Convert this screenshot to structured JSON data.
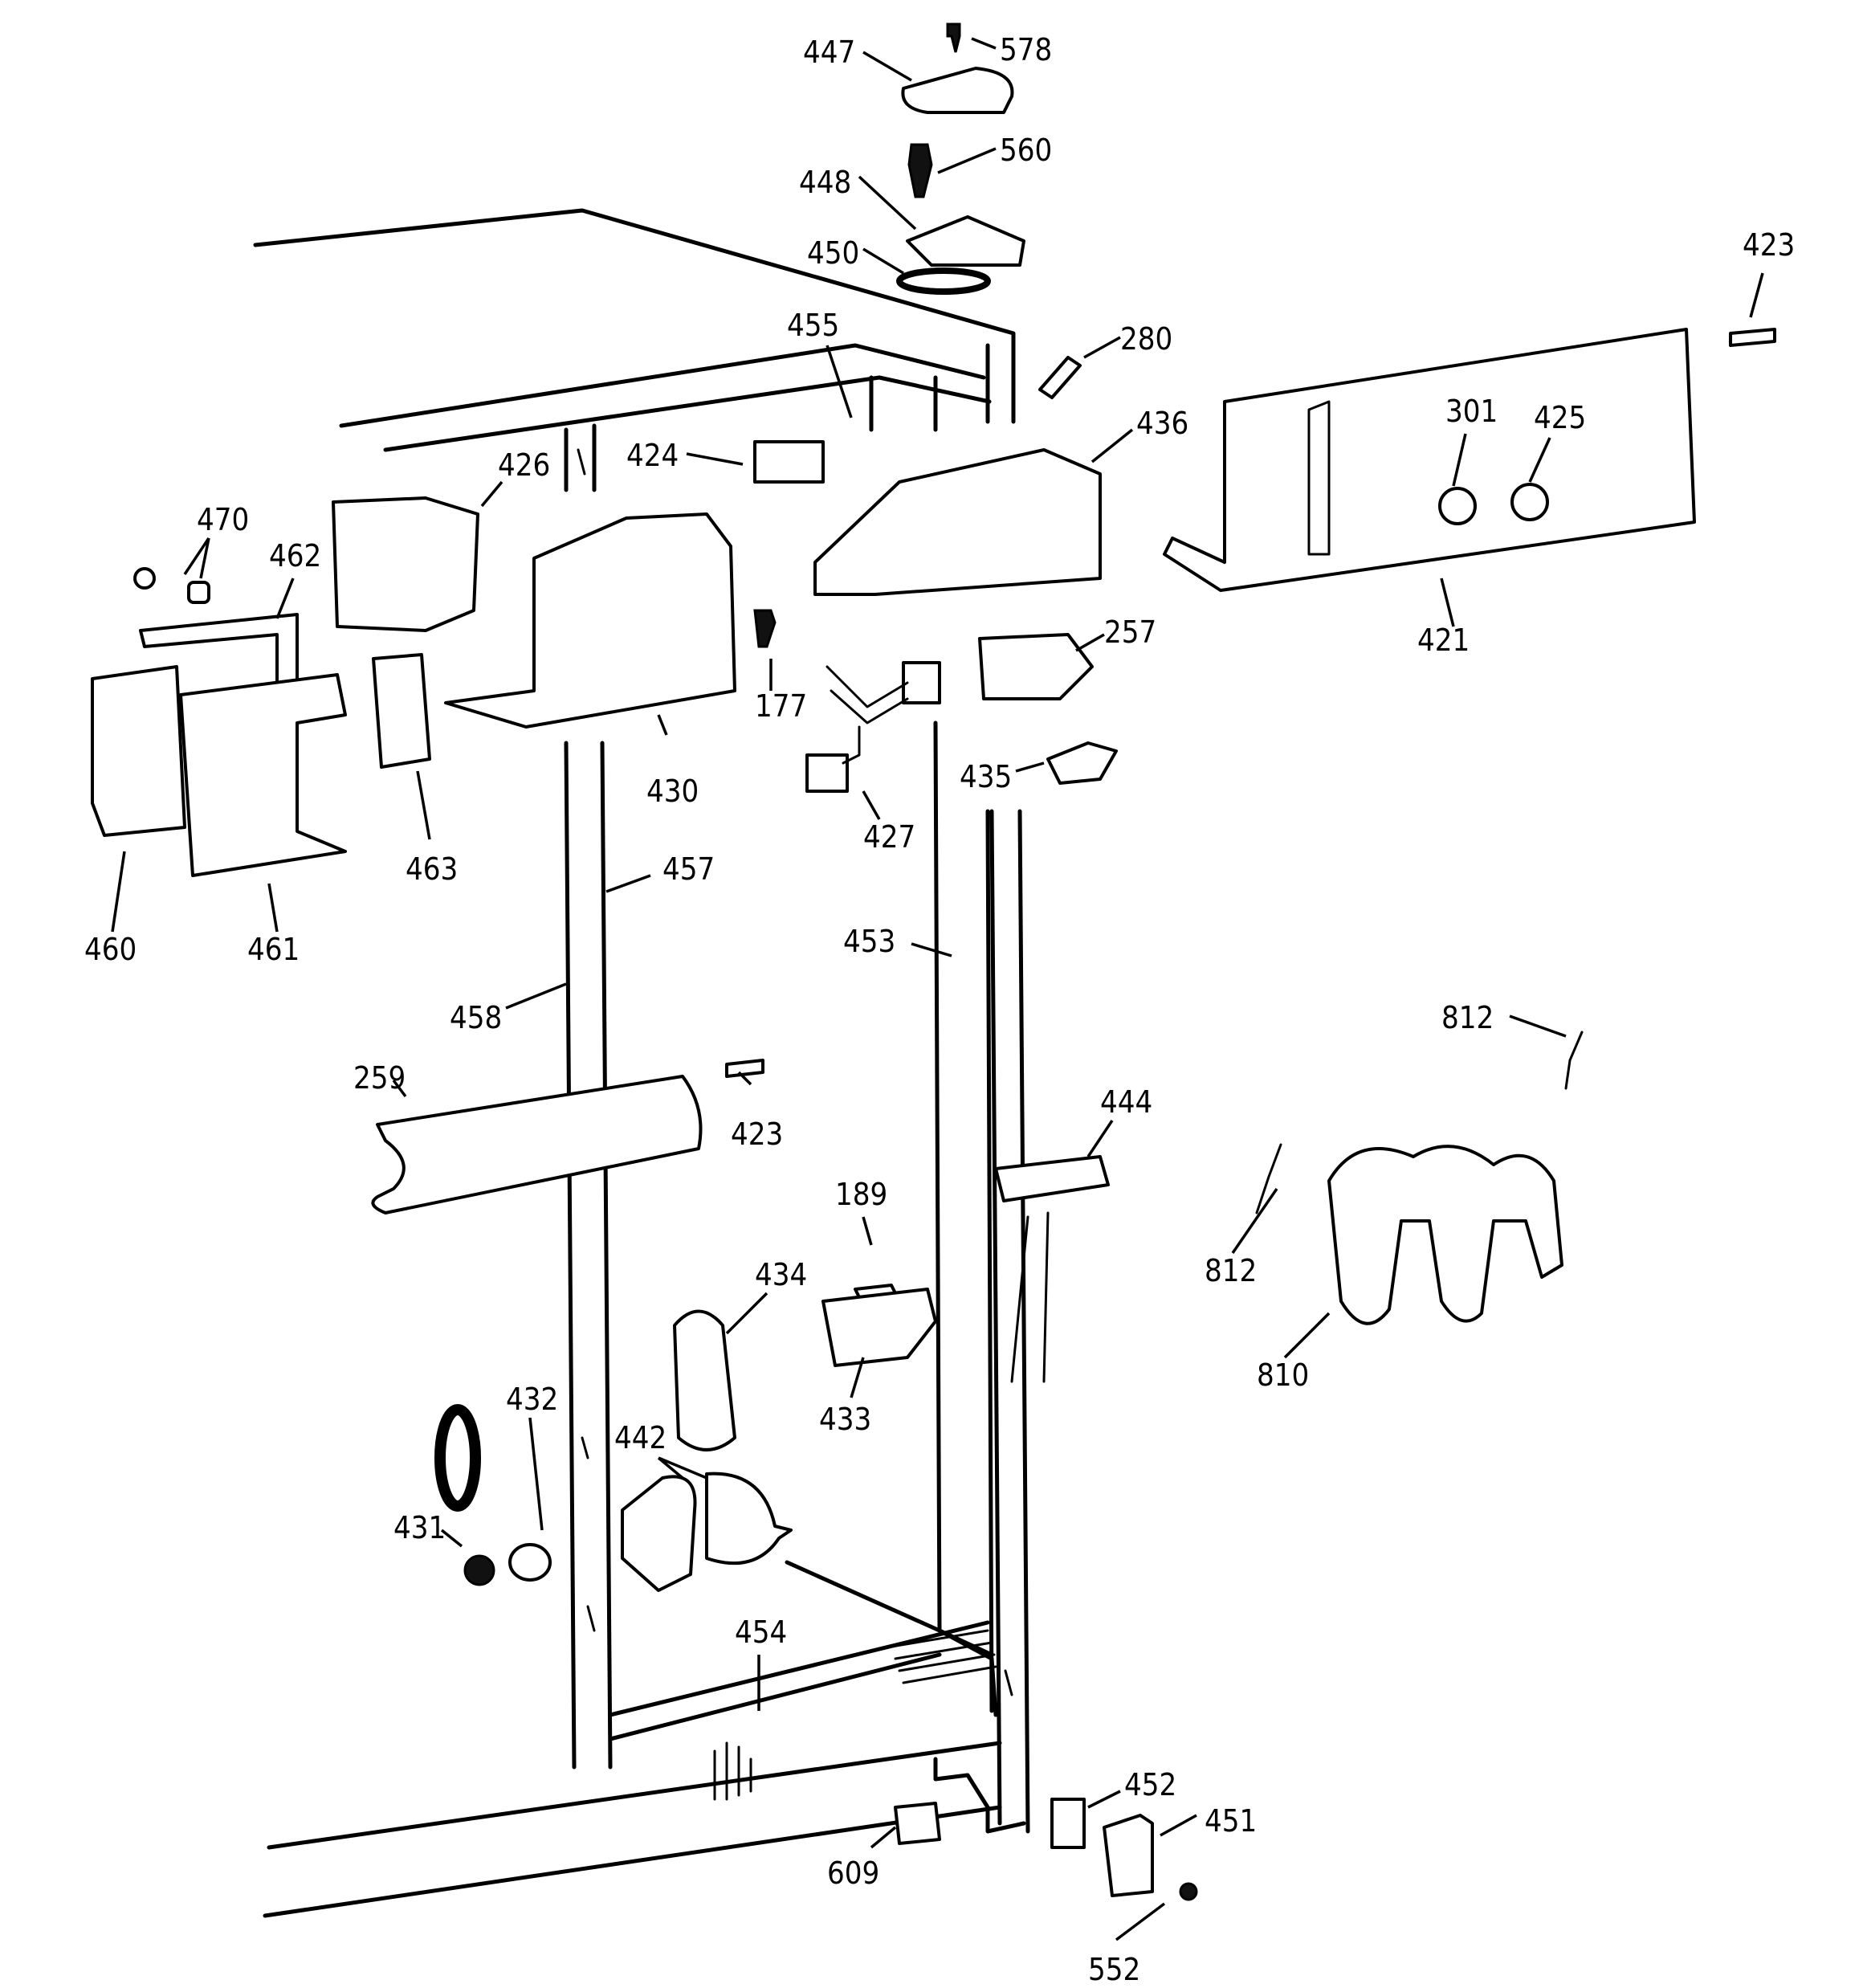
{
  "diagram": {
    "callouts": [
      {
        "id": "447",
        "text": "447"
      },
      {
        "id": "578",
        "text": "578"
      },
      {
        "id": "560",
        "text": "560"
      },
      {
        "id": "448",
        "text": "448"
      },
      {
        "id": "450",
        "text": "450"
      },
      {
        "id": "423a",
        "text": "423"
      },
      {
        "id": "455",
        "text": "455"
      },
      {
        "id": "280",
        "text": "280"
      },
      {
        "id": "436",
        "text": "436"
      },
      {
        "id": "301",
        "text": "301"
      },
      {
        "id": "425",
        "text": "425"
      },
      {
        "id": "424",
        "text": "424"
      },
      {
        "id": "426",
        "text": "426"
      },
      {
        "id": "470",
        "text": "470"
      },
      {
        "id": "462",
        "text": "462"
      },
      {
        "id": "421",
        "text": "421"
      },
      {
        "id": "257",
        "text": "257"
      },
      {
        "id": "177",
        "text": "177"
      },
      {
        "id": "430",
        "text": "430"
      },
      {
        "id": "435",
        "text": "435"
      },
      {
        "id": "427",
        "text": "427"
      },
      {
        "id": "463",
        "text": "463"
      },
      {
        "id": "457",
        "text": "457"
      },
      {
        "id": "460",
        "text": "460"
      },
      {
        "id": "461",
        "text": "461"
      },
      {
        "id": "453",
        "text": "453"
      },
      {
        "id": "812a",
        "text": "812"
      },
      {
        "id": "458",
        "text": "458"
      },
      {
        "id": "259",
        "text": "259"
      },
      {
        "id": "444",
        "text": "444"
      },
      {
        "id": "423b",
        "text": "423"
      },
      {
        "id": "189",
        "text": "189"
      },
      {
        "id": "812b",
        "text": "812"
      },
      {
        "id": "434",
        "text": "434"
      },
      {
        "id": "810",
        "text": "810"
      },
      {
        "id": "433",
        "text": "433"
      },
      {
        "id": "432",
        "text": "432"
      },
      {
        "id": "442",
        "text": "442"
      },
      {
        "id": "431",
        "text": "431"
      },
      {
        "id": "454",
        "text": "454"
      },
      {
        "id": "452",
        "text": "452"
      },
      {
        "id": "451",
        "text": "451"
      },
      {
        "id": "609",
        "text": "609"
      },
      {
        "id": "552",
        "text": "552"
      }
    ]
  }
}
